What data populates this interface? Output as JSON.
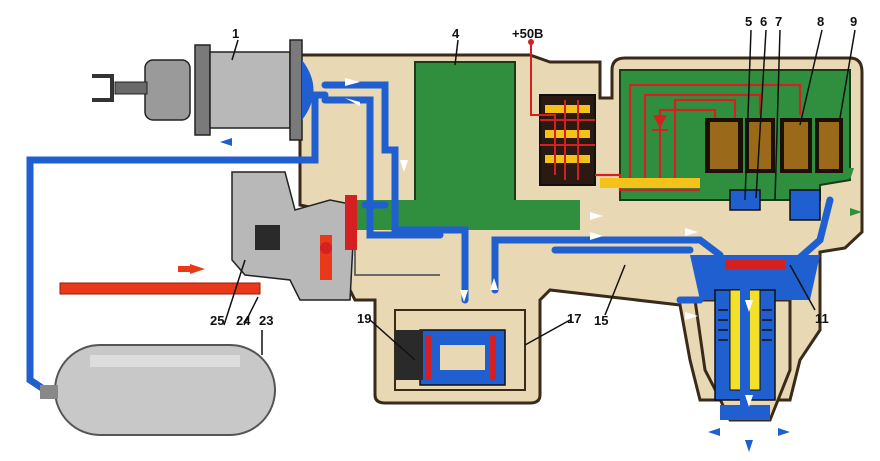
{
  "voltage_label": "+50В",
  "labels": {
    "1": "1",
    "4": "4",
    "5": "5",
    "6": "6",
    "7": "7",
    "8": "8",
    "9": "9",
    "11": "11",
    "15": "15",
    "17": "17",
    "19": "19",
    "23": "23",
    "24": "24",
    "25": "25"
  },
  "colors": {
    "housing": "#e9d8b4",
    "housing_edge": "#3a2a1a",
    "control_block": "#2f8f3f",
    "air_line": "#1f5fd0",
    "supply_line": "#e83a1a",
    "wiring": "#d42020",
    "coil": "#9a6a1a",
    "valve_body": "#f2e02a",
    "metal": "#b8b8b8"
  },
  "icons": [
    "flow-arrow-white",
    "flow-arrow-blue",
    "flow-arrow-red",
    "flow-arrow-green",
    "solenoid-coil",
    "diode"
  ]
}
